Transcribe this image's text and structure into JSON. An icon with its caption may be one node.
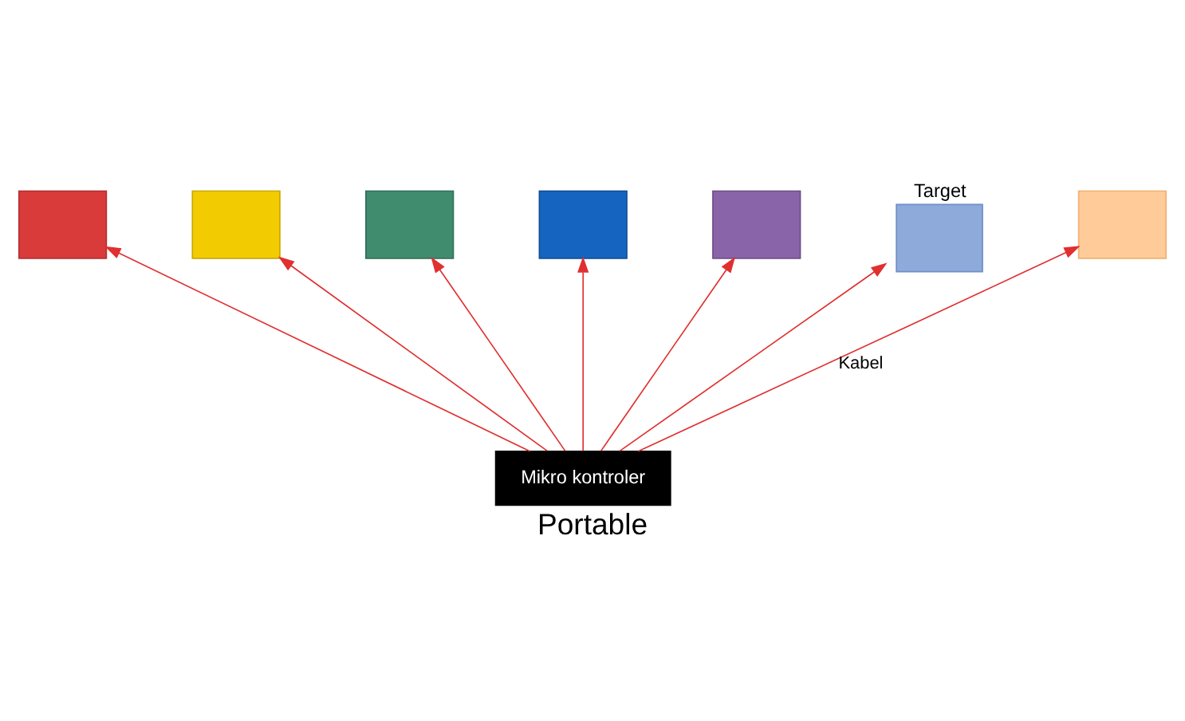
{
  "diagram": {
    "caption": "Portable",
    "nodes": [
      {
        "text": [],
        "shape": "box"
      },
      {
        "text": [],
        "shape": "box"
      },
      {
        "text": [],
        "shape": "box"
      },
      {
        "text": [],
        "shape": "box"
      },
      {
        "text": [],
        "shape": "box"
      },
      {
        "text": [],
        "shape": "box",
        "beside": [
          "Target"
        ]
      },
      {
        "text": [],
        "shape": "box"
      },
      {
        "text": [
          "Mikro kontroler"
        ]
      }
    ],
    "edges": [
      {
        "from": 7,
        "to": 0,
        "arrow": "to"
      },
      {
        "from": 7,
        "to": 1,
        "arrow": "to"
      },
      {
        "from": 7,
        "to": 2,
        "arrow": "to"
      },
      {
        "from": 7,
        "to": 3,
        "arrow": "to"
      },
      {
        "from": 7,
        "to": 4,
        "arrow": "to"
      },
      {
        "from": 7,
        "to": 5,
        "arrow": "to"
      },
      {
        "from": 7,
        "to": 6,
        "arrow": "to",
        "label": "Kabel"
      }
    ]
  }
}
